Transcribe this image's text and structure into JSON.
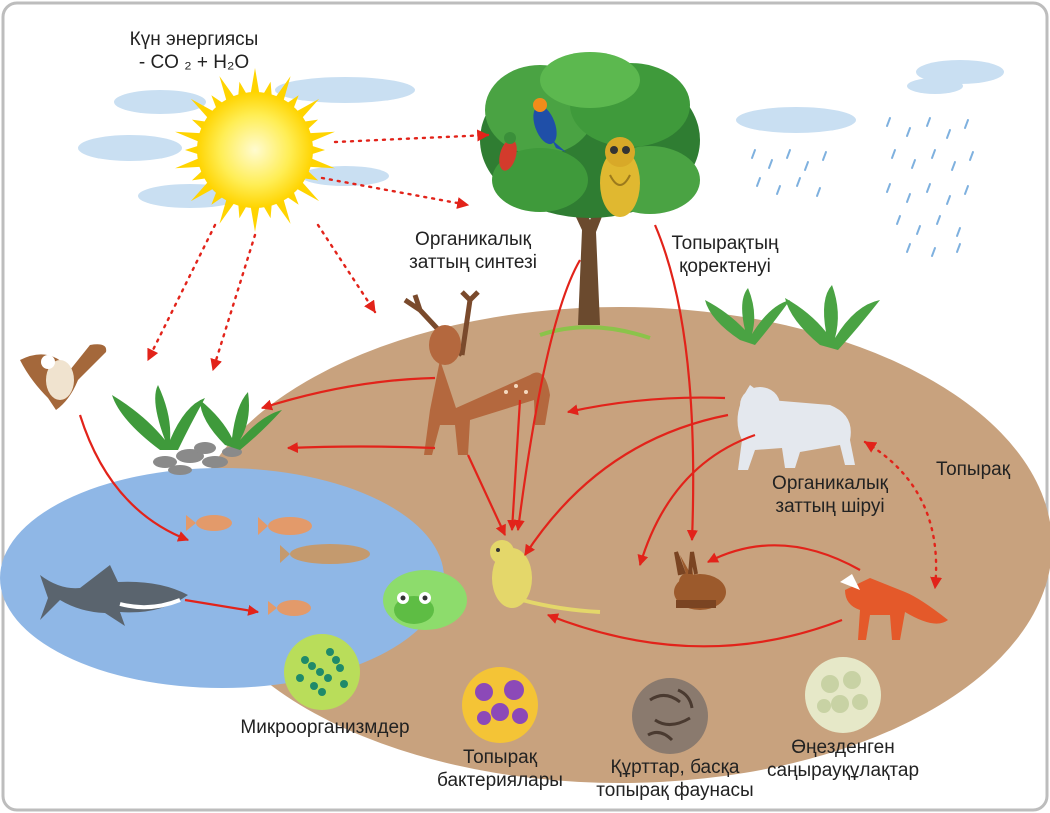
{
  "labels": {
    "sun_energy": [
      "Күн энергиясы",
      "- CO ₂ + H₂O"
    ],
    "synthesis": [
      "Органикалық",
      "заттың синтезі"
    ],
    "soil_nutrition": [
      "Топырақтың",
      "қоректенуі"
    ],
    "soil": "Топырақ",
    "decomposition": [
      "Органикалық",
      "заттың шіруі"
    ],
    "microorganisms": "Микроорганизмдер",
    "soil_bacteria": [
      "Топырақ",
      "бактериялары"
    ],
    "worms": [
      "Құрттар, басқа",
      "топырақ фаунасы"
    ],
    "spores": [
      "Өңезденген",
      "саңырауқұлақтар"
    ]
  },
  "colors": {
    "frame": "#bdbdbd",
    "ground": "#c8a27e",
    "water": "#8fb7e6",
    "arrow": "#e2231a",
    "sun": "#ffe23a",
    "cloud": "#c9dff2",
    "rain": "#7fb1df",
    "foliage": "#3f9a3b",
    "trunk": "#6b4a2e"
  },
  "icons": [
    "sun-icon",
    "cloud-icon",
    "rain-icon",
    "tree-icon",
    "bird-icon",
    "owl-icon",
    "hawk-icon",
    "deer-icon",
    "wolf-icon",
    "fox-icon",
    "hare-icon",
    "rodent-icon",
    "frog-icon",
    "fish-icon",
    "shark-icon",
    "plant-icon",
    "stones-icon",
    "microbe-icon",
    "bacteria-icon",
    "worm-icon",
    "mold-icon"
  ]
}
